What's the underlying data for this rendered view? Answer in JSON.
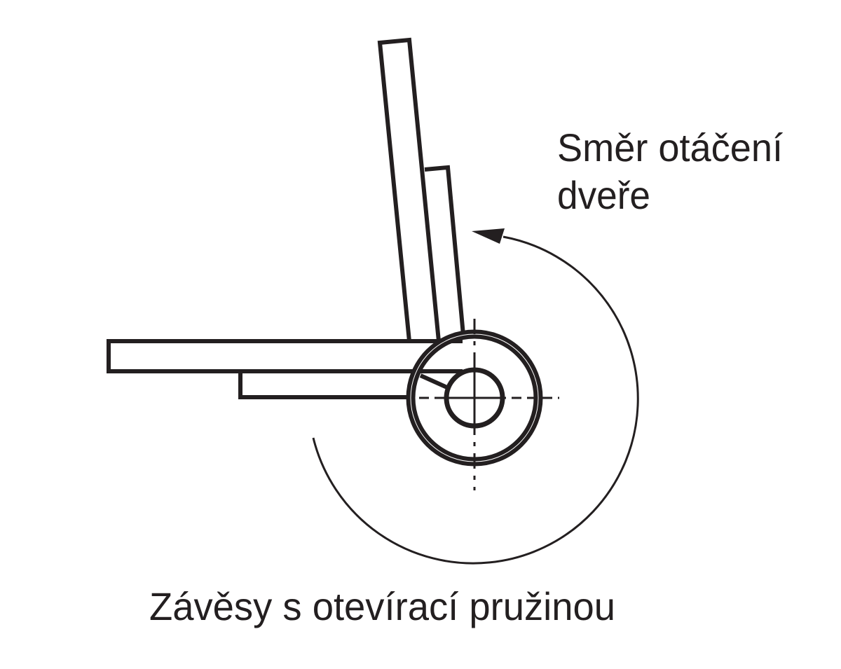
{
  "diagram": {
    "rotation_label_line1": "Směr otáčení",
    "rotation_label_line2": "dveře",
    "caption": "Závěsy s otevírací pružinou",
    "stroke_color": "#231f20"
  }
}
